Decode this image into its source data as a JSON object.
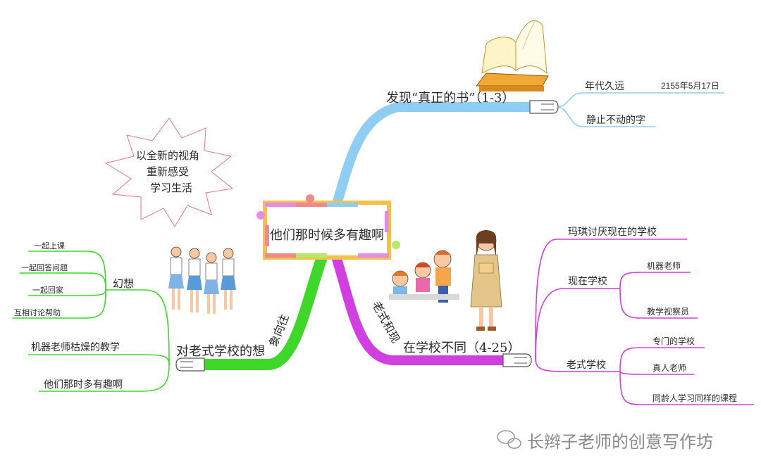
{
  "central": "他们那时候多有趣啊",
  "star_note": [
    "以全新的视角",
    "重新感受",
    "学习生活"
  ],
  "branches": {
    "top": {
      "label": "发现“真正的书”（1-3）",
      "children": [
        {
          "label": "年代久远",
          "children": [
            "2155年5月17日"
          ]
        },
        {
          "label": "静止不动的字"
        }
      ]
    },
    "right": {
      "label": "在学校不同（4-25）",
      "rotated_label": "老式和现",
      "children": [
        {
          "label": "玛琪讨厌现在的学校"
        },
        {
          "label": "现在学校",
          "children": [
            "机器老师",
            "教学视察员"
          ]
        },
        {
          "label": "老式学校",
          "children": [
            "专门的学校",
            "真人老师",
            "同龄人学习同样的课程"
          ]
        }
      ]
    },
    "left": {
      "label": "对老式学校的想",
      "rotated_label": "象向往",
      "children": [
        {
          "label": "幻想",
          "children": [
            "一起上课",
            "一起回答问题",
            "一起回家",
            "互相讨论帮助"
          ]
        },
        {
          "label": "机器老师枯燥的教学"
        },
        {
          "label": "他们那时多有趣啊"
        }
      ]
    }
  },
  "watermark": "长辫子老师的创意写作坊",
  "colors": {
    "top_branch": "#8fcdf2",
    "right_branch": "#d23fe0",
    "left_branch": "#3fd82a",
    "star": "#e8787a"
  }
}
